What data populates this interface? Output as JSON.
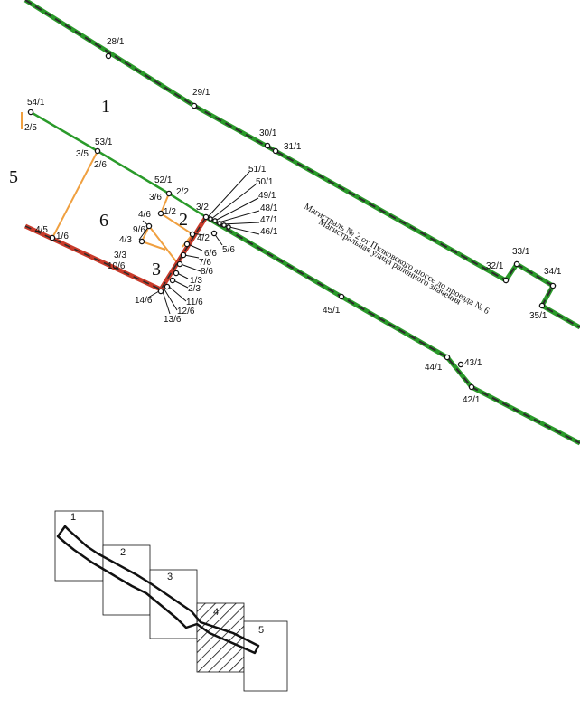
{
  "zones": [
    "1",
    "5",
    "6",
    "2",
    "3"
  ],
  "road_labels": [
    "Магистраль № 2 от Пулковского шоссе до проезда № 6",
    "Магистральная улица районного значения"
  ],
  "points": [
    "28/1",
    "29/1",
    "30/1",
    "31/1",
    "33/1",
    "32/1",
    "34/1",
    "35/1",
    "54/1",
    "2/5",
    "53/1",
    "3/5",
    "2/6",
    "52/1",
    "2/2",
    "3/6",
    "3/2",
    "1/2",
    "4/6",
    "51/1",
    "50/1",
    "49/1",
    "48/1",
    "47/1",
    "46/1",
    "4/2",
    "5/6",
    "6/6",
    "7/6",
    "8/6",
    "9/6",
    "4/3",
    "3/3",
    "10/6",
    "1/3",
    "2/3",
    "11/6",
    "12/6",
    "13/6",
    "14/6",
    "4/5",
    "1/6",
    "45/1",
    "44/1",
    "43/1",
    "42/1"
  ],
  "index_sheets": [
    "1",
    "2",
    "3",
    "4",
    "5"
  ],
  "colors": {
    "green_line": "#2a9a2a",
    "dashed_dark": "#2b2b2b",
    "orange_line": "#f0a040",
    "red_line": "#c83a2a"
  }
}
